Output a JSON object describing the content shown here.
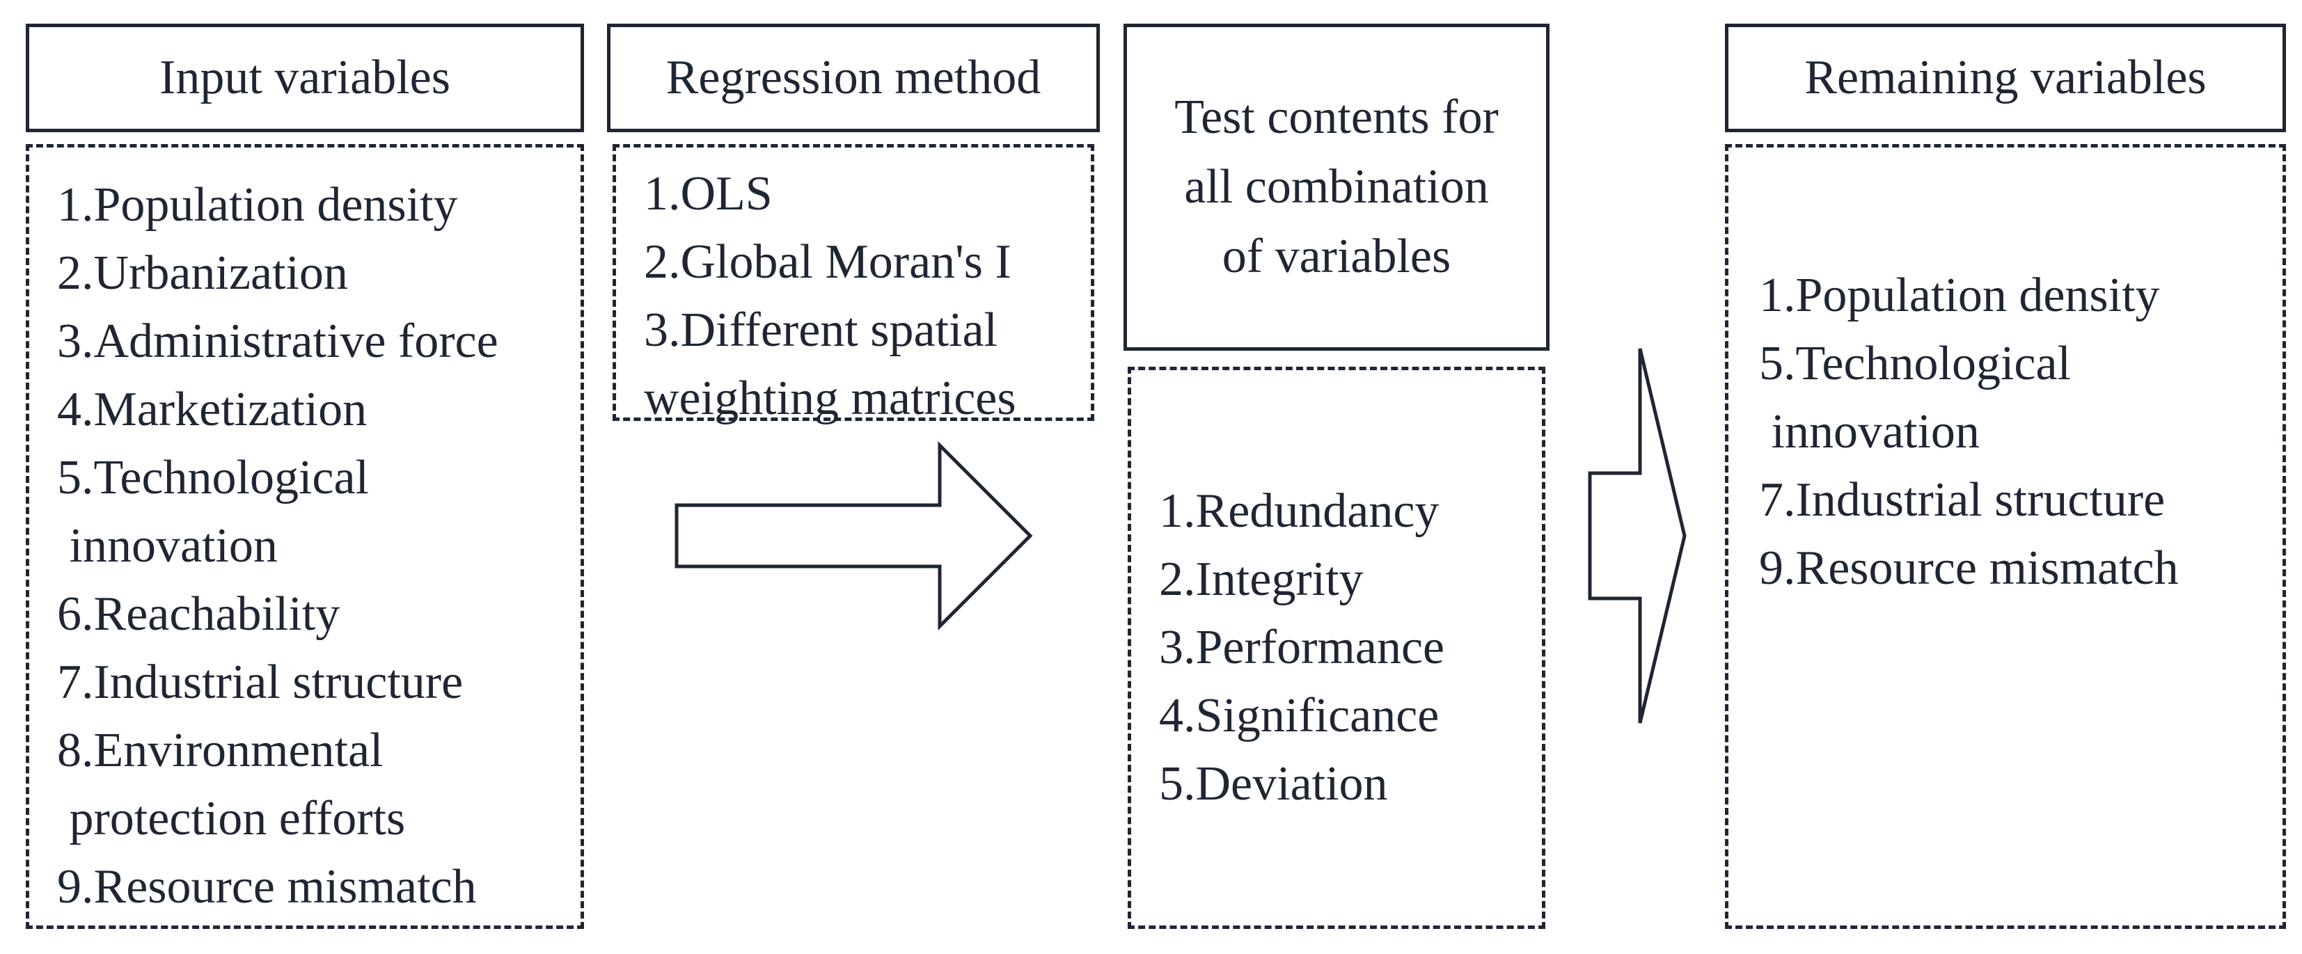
{
  "columns": {
    "input": {
      "header": "Input variables",
      "items": [
        "1.Population density",
        "2.Urbanization",
        "3.Administrative force",
        "4.Marketization",
        "5.Technological",
        " innovation",
        "6.Reachability",
        "7.Industrial structure",
        "8.Environmental",
        " protection efforts",
        "9.Resource mismatch"
      ]
    },
    "regression": {
      "header": "Regression method",
      "items": [
        "1.OLS",
        "2.Global Moran's I",
        "3.Different spatial",
        "weighting matrices"
      ]
    },
    "test": {
      "header_lines": [
        "Test contents for",
        "all combination",
        "of variables"
      ],
      "items": [
        "1.Redundancy",
        "2.Integrity",
        "3.Performance",
        "4.Significance",
        "5.Deviation"
      ]
    },
    "remaining": {
      "header": "Remaining variables",
      "items": [
        "1.Population density",
        "5.Technological",
        " innovation",
        "7.Industrial structure",
        "9.Resource mismatch"
      ]
    }
  },
  "colors": {
    "stroke": "#1f2633",
    "background": "#ffffff"
  }
}
